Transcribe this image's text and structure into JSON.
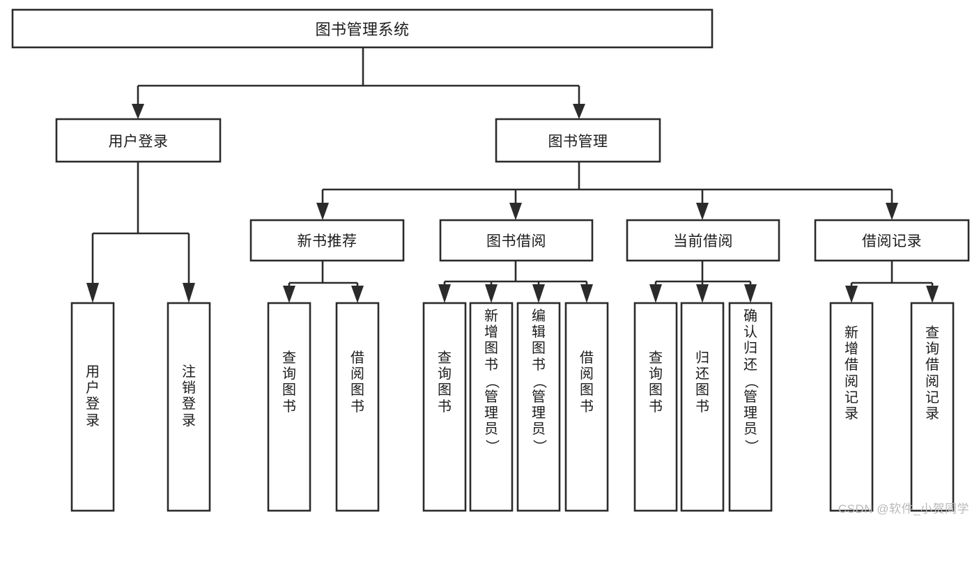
{
  "diagram": {
    "title": "图书管理系统",
    "type": "tree-hierarchy-chart",
    "watermark": "CSDN @软件_小贺同学",
    "colors": {
      "stroke": "#2b2b2b",
      "box_fill": "#ffffff",
      "text": "#1c1c1c",
      "background": "#ffffff",
      "watermark": "#b9b9b9"
    },
    "levels": {
      "root": {
        "label": "图书管理系统"
      },
      "level2": [
        {
          "id": "user-login",
          "label": "用户登录"
        },
        {
          "id": "book-management",
          "label": "图书管理"
        }
      ],
      "level3": [
        {
          "id": "new-book-recommend",
          "label": "新书推荐",
          "parent": "book-management"
        },
        {
          "id": "book-borrow",
          "label": "图书借阅",
          "parent": "book-management"
        },
        {
          "id": "current-borrow",
          "label": "当前借阅",
          "parent": "book-management"
        },
        {
          "id": "borrow-record",
          "label": "借阅记录",
          "parent": "book-management"
        }
      ],
      "leaves": [
        {
          "id": "leaf-user-login",
          "label": "用户登录",
          "parent": "user-login"
        },
        {
          "id": "leaf-logout-login",
          "label": "注销登录",
          "parent": "user-login"
        },
        {
          "id": "leaf-query-book-1",
          "label": "查询图书",
          "parent": "new-book-recommend"
        },
        {
          "id": "leaf-borrow-book-1",
          "label": "借阅图书",
          "parent": "new-book-recommend"
        },
        {
          "id": "leaf-query-book-2",
          "label": "查询图书",
          "parent": "book-borrow"
        },
        {
          "id": "leaf-add-book",
          "label": "新增图书（管理员）",
          "parent": "book-borrow"
        },
        {
          "id": "leaf-edit-book",
          "label": "编辑图书（管理员）",
          "parent": "book-borrow"
        },
        {
          "id": "leaf-borrow-book-2",
          "label": "借阅图书",
          "parent": "book-borrow"
        },
        {
          "id": "leaf-query-book-3",
          "label": "查询图书",
          "parent": "current-borrow"
        },
        {
          "id": "leaf-return-book",
          "label": "归还图书",
          "parent": "current-borrow"
        },
        {
          "id": "leaf-confirm-return",
          "label": "确认归还（管理员）",
          "parent": "current-borrow"
        },
        {
          "id": "leaf-add-record",
          "label": "新增借阅记录",
          "parent": "borrow-record"
        },
        {
          "id": "leaf-query-record",
          "label": "查询借阅记录",
          "parent": "borrow-record"
        }
      ]
    }
  }
}
